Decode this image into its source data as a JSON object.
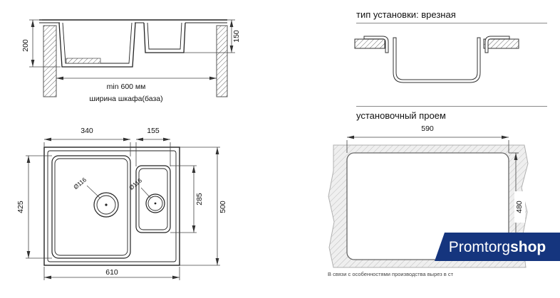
{
  "titles": {
    "install_type": "тип установки: врезная",
    "opening": "установочный проем"
  },
  "section_view": {
    "depth_left": "200",
    "depth_right": "150",
    "min_width": "min 600 мм",
    "width_label": "ширина шкафа(база)"
  },
  "top_view": {
    "bowl1_width": "340",
    "bowl2_width": "155",
    "bowl1_length": "425",
    "bowl2_length": "285",
    "total_length": "500",
    "total_width": "610",
    "drain1_diameter": "Ø116",
    "drain2_diameter": "Ø116"
  },
  "opening_view": {
    "width": "590",
    "height": "480",
    "note": "В связи с особенностями производства вырез в ст"
  },
  "logo": {
    "text_regular": "Promtorg",
    "text_bold": "shop",
    "bg_color": "#15357e",
    "text_color": "#ffffff"
  },
  "colors": {
    "object_line": "#222222",
    "dimension_line": "#444444",
    "hatch_line": "#666666",
    "countertop_fill": "#efefef"
  }
}
